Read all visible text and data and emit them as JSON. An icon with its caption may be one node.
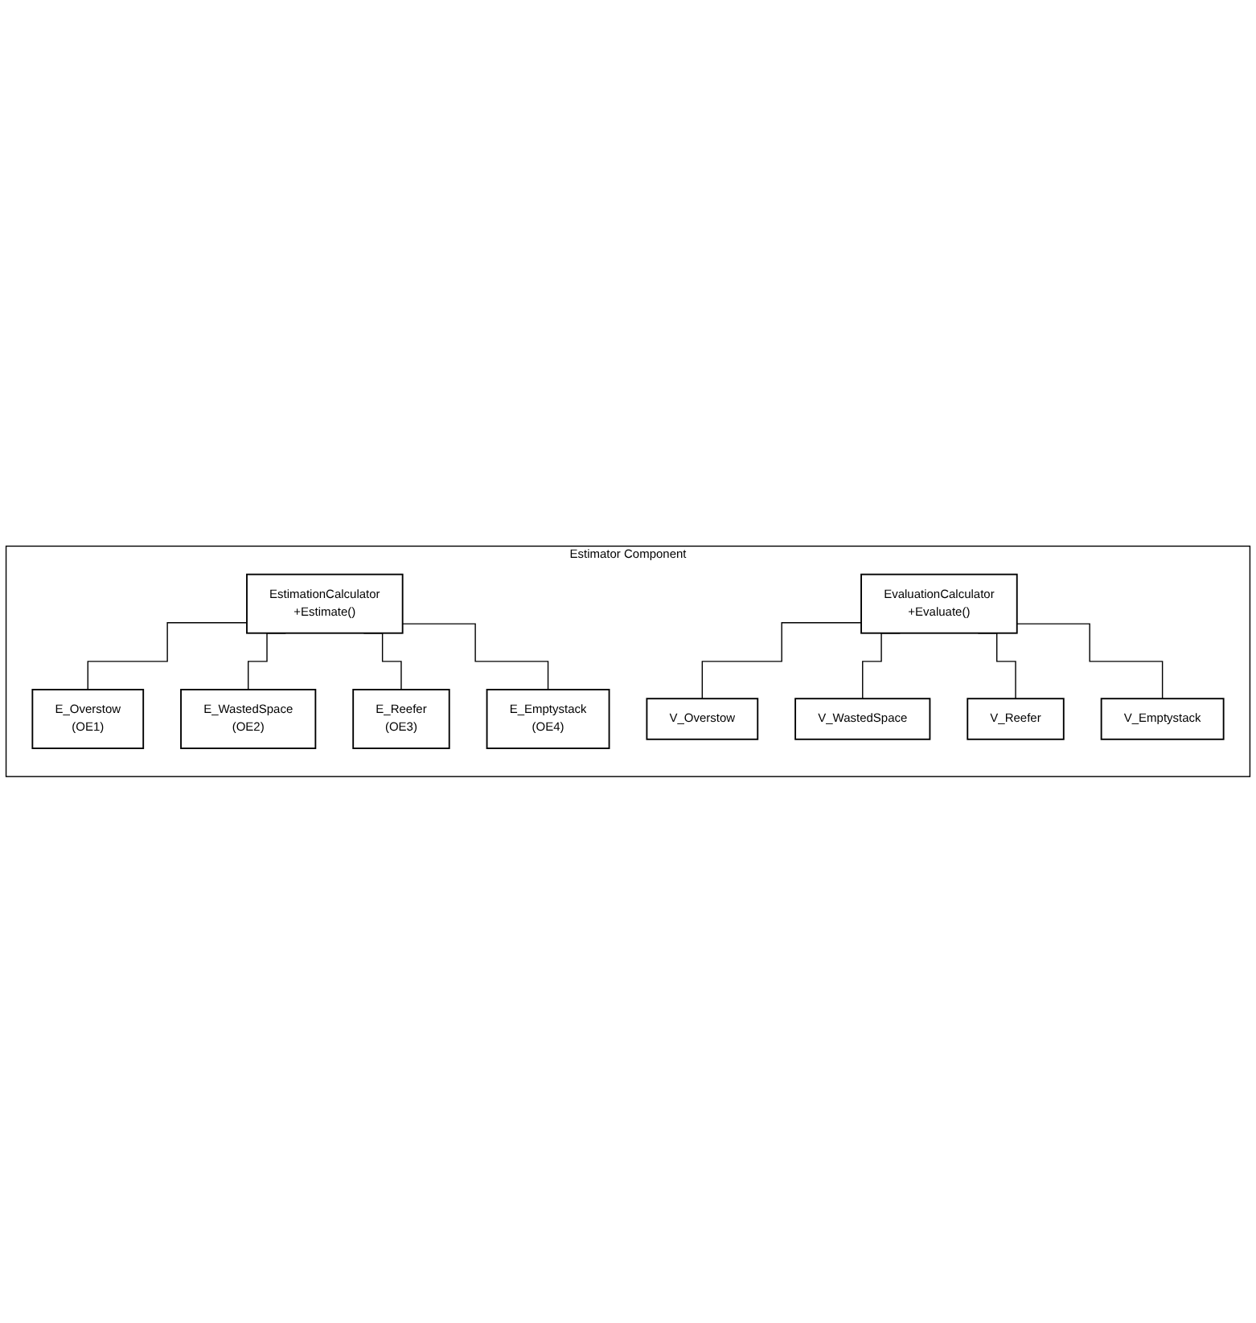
{
  "diagram": {
    "nodes": [
      {
        "text": [
          "Estimator Component"
        ]
      },
      {
        "text": [
          "EstimationCalculator",
          "+Estimate()"
        ],
        "in": 0
      },
      {
        "text": [
          "E_Overstow",
          "(OE1)"
        ],
        "in": 0
      },
      {
        "text": [
          "E_WastedSpace",
          "(OE2)"
        ],
        "in": 0
      },
      {
        "text": [
          "E_Reefer",
          "(OE3)"
        ],
        "in": 0
      },
      {
        "text": [
          "E_Emptystack",
          "(OE4)"
        ],
        "in": 0
      },
      {
        "text": [
          "EvaluationCalculator",
          "+Evaluate()"
        ],
        "in": 0
      },
      {
        "text": [
          "V_Overstow"
        ],
        "in": 0
      },
      {
        "text": [
          "V_WastedSpace"
        ],
        "in": 0
      },
      {
        "text": [
          "V_Reefer"
        ],
        "in": 0
      },
      {
        "text": [
          "V_Emptystack"
        ],
        "in": 0
      }
    ],
    "edges": [
      {
        "from": 1,
        "to": 2,
        "arrow": "none"
      },
      {
        "from": 1,
        "to": 3,
        "arrow": "none"
      },
      {
        "from": 1,
        "to": 4,
        "arrow": "none"
      },
      {
        "from": 1,
        "to": 5,
        "arrow": "none"
      },
      {
        "from": 6,
        "to": 7,
        "arrow": "none"
      },
      {
        "from": 6,
        "to": 8,
        "arrow": "none"
      },
      {
        "from": 6,
        "to": 9,
        "arrow": "none"
      },
      {
        "from": 6,
        "to": 10,
        "arrow": "none"
      }
    ]
  }
}
